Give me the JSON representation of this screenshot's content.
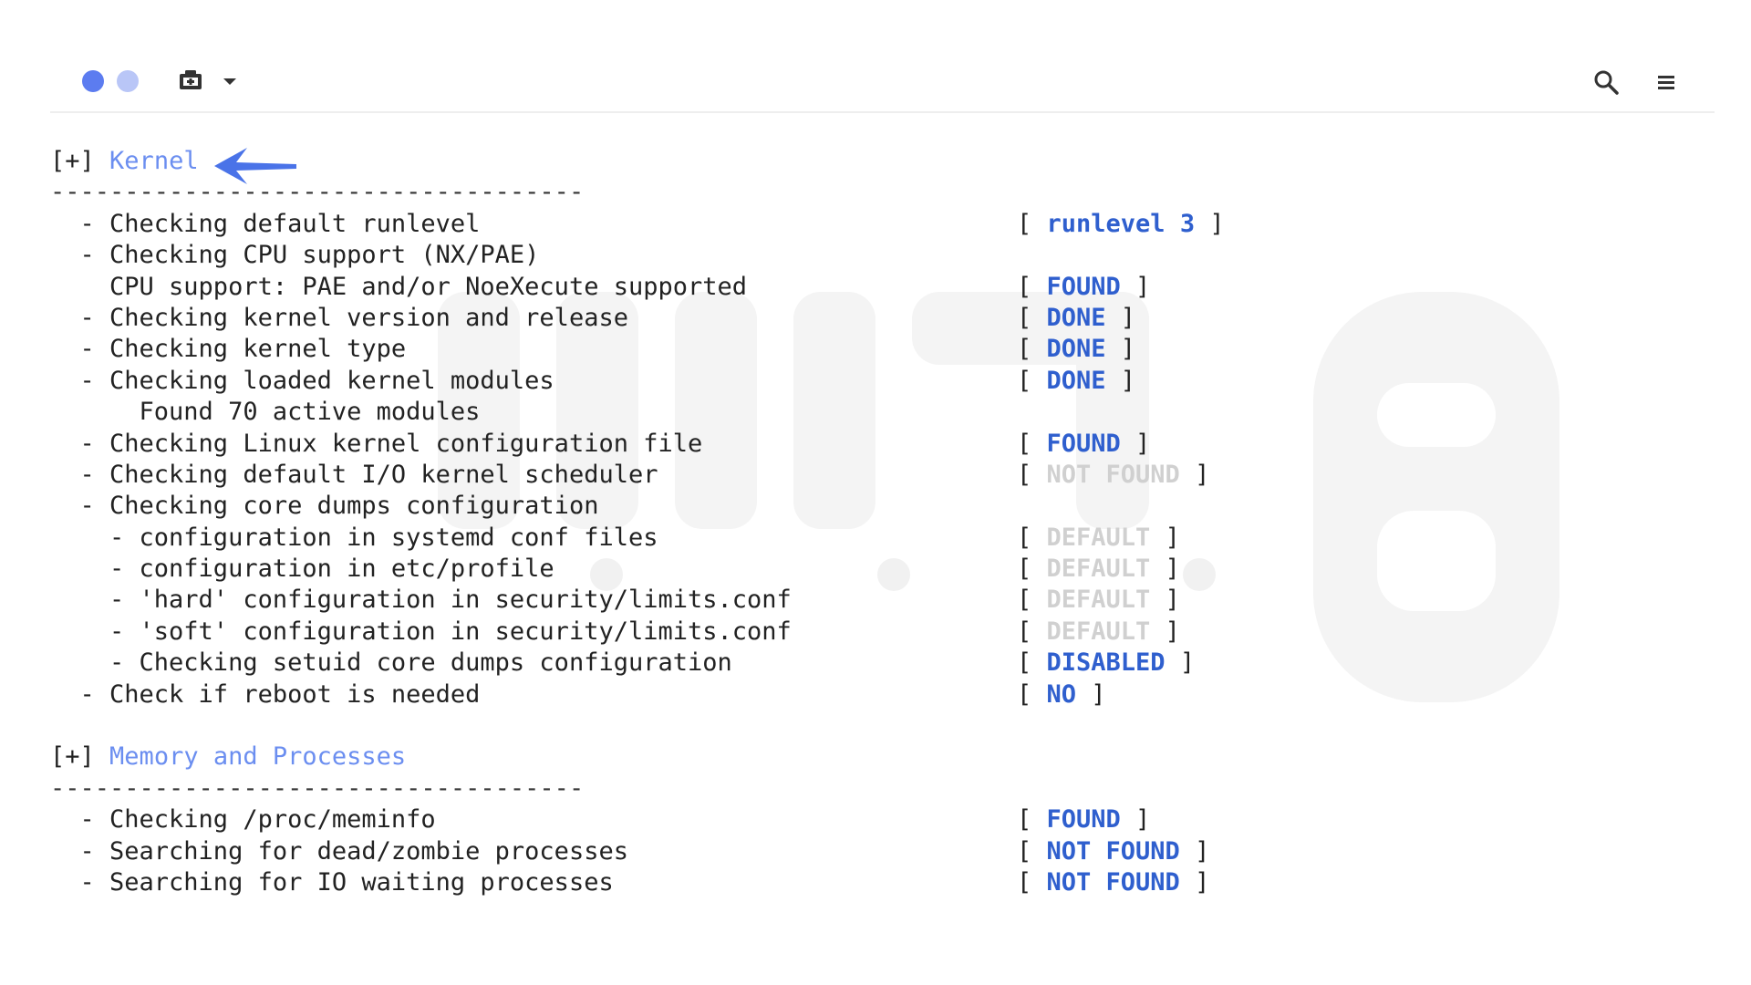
{
  "window": {
    "dots": [
      "active",
      "inactive"
    ],
    "tab_icon": "terminal-tab-icon",
    "dropdown_icon": "chevron-down-icon",
    "search_icon": "search-icon",
    "menu_icon": "hamburger-menu-icon"
  },
  "colors": {
    "accent_dot": "#5c7cf0",
    "inactive_dot": "#b9c6f7",
    "status_blue": "#2f5fce",
    "heading_blue": "#6b8ef0",
    "status_gray": "#d0d0d0",
    "arrow": "#4a73e8"
  },
  "terminal": {
    "sections": [
      {
        "prefix": "[+]",
        "title": "Kernel",
        "separator": "------------------------------------",
        "rows": [
          {
            "label": "  - Checking default runlevel",
            "open": "[ ",
            "value": "runlevel 3",
            "close": " ]",
            "tone": "blue"
          },
          {
            "label": "  - Checking CPU support (NX/PAE)",
            "open": "",
            "value": "",
            "close": "",
            "tone": "none"
          },
          {
            "label": "    CPU support: PAE and/or NoeXecute supported",
            "open": "[ ",
            "value": "FOUND",
            "close": " ]",
            "tone": "blue"
          },
          {
            "label": "  - Checking kernel version and release",
            "open": "[ ",
            "value": "DONE",
            "close": " ]",
            "tone": "blue"
          },
          {
            "label": "  - Checking kernel type",
            "open": "[ ",
            "value": "DONE",
            "close": " ]",
            "tone": "blue"
          },
          {
            "label": "  - Checking loaded kernel modules",
            "open": "[ ",
            "value": "DONE",
            "close": " ]",
            "tone": "blue"
          },
          {
            "label": "      Found 70 active modules",
            "open": "",
            "value": "",
            "close": "",
            "tone": "none"
          },
          {
            "label": "  - Checking Linux kernel configuration file",
            "open": "[ ",
            "value": "FOUND",
            "close": " ]",
            "tone": "blue"
          },
          {
            "label": "  - Checking default I/O kernel scheduler",
            "open": "[ ",
            "value": "NOT FOUND",
            "close": " ]",
            "tone": "gray"
          },
          {
            "label": "  - Checking core dumps configuration",
            "open": "",
            "value": "",
            "close": "",
            "tone": "none"
          },
          {
            "label": "    - configuration in systemd conf files",
            "open": "[ ",
            "value": "DEFAULT",
            "close": " ]",
            "tone": "gray"
          },
          {
            "label": "    - configuration in etc/profile",
            "open": "[ ",
            "value": "DEFAULT",
            "close": " ]",
            "tone": "gray"
          },
          {
            "label": "    - 'hard' configuration in security/limits.conf",
            "open": "[ ",
            "value": "DEFAULT",
            "close": " ]",
            "tone": "gray"
          },
          {
            "label": "    - 'soft' configuration in security/limits.conf",
            "open": "[ ",
            "value": "DEFAULT",
            "close": " ]",
            "tone": "gray"
          },
          {
            "label": "    - Checking setuid core dumps configuration",
            "open": "[ ",
            "value": "DISABLED",
            "close": " ]",
            "tone": "blue"
          },
          {
            "label": "  - Check if reboot is needed",
            "open": "[ ",
            "value": "NO",
            "close": " ]",
            "tone": "blue"
          }
        ]
      },
      {
        "prefix": "[+]",
        "title": "Memory and Processes",
        "separator": "------------------------------------",
        "rows": [
          {
            "label": "  - Checking /proc/meminfo",
            "open": "[ ",
            "value": "FOUND",
            "close": " ]",
            "tone": "blue"
          },
          {
            "label": "  - Searching for dead/zombie processes",
            "open": "[ ",
            "value": "NOT FOUND",
            "close": " ]",
            "tone": "blue"
          },
          {
            "label": "  - Searching for IO waiting processes",
            "open": "[ ",
            "value": "NOT FOUND",
            "close": " ]",
            "tone": "blue"
          }
        ]
      }
    ]
  }
}
